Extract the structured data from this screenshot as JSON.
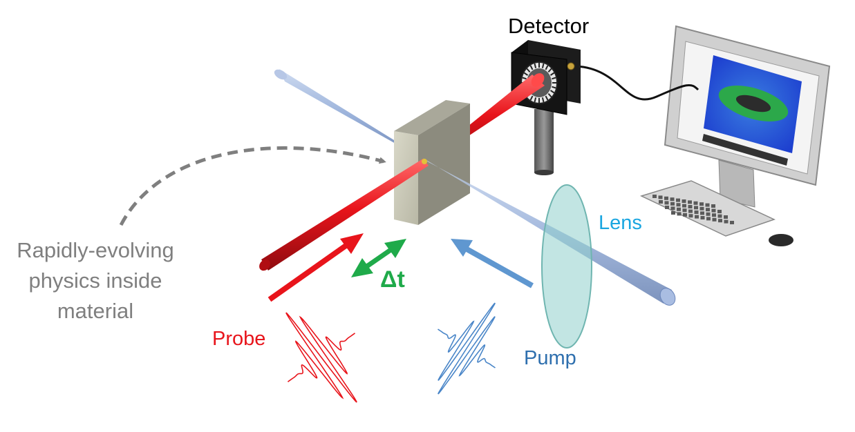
{
  "labels": {
    "detector": "Detector",
    "lens": "Lens",
    "probe": "Probe",
    "pump": "Pump",
    "delay": "Δt",
    "physics": [
      "Rapidly-evolving",
      "physics inside",
      "material"
    ]
  },
  "colors": {
    "probe": "#e8141b",
    "pump": "#4a86c8",
    "pump_label": "#2e6fae",
    "lens_label": "#1aa6e0",
    "delay": "#1faa4a",
    "annotation": "#7f7f7f"
  }
}
